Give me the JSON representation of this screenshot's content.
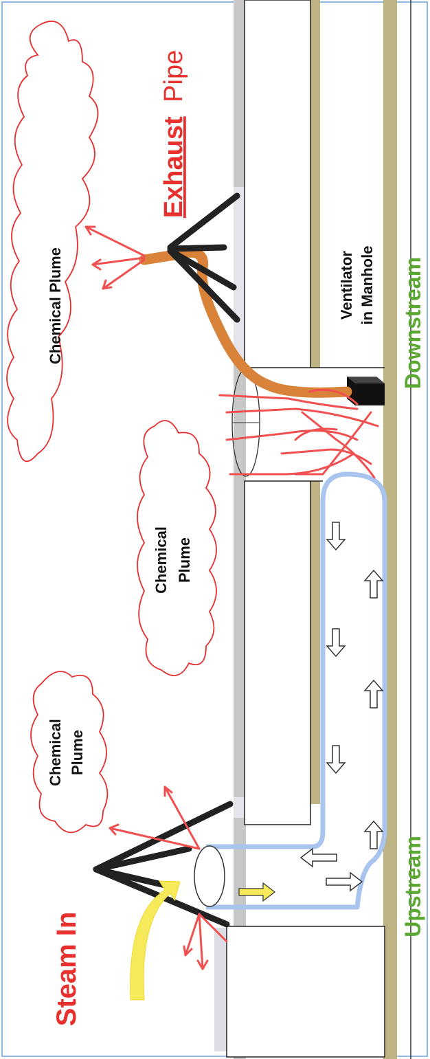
{
  "labels": {
    "steam_in": "Steam In",
    "exhaust_word": "Exhaust",
    "pipe_word": "Pipe",
    "chemical_plume_large": "Chemical Plume",
    "chemical_plume_middle_line1": "Chemical",
    "chemical_plume_middle_line2": "Plume",
    "chemical_plume_small_line1": "Chemical",
    "chemical_plume_small_line2": "Plume",
    "ventilator_line1": "Ventilator",
    "ventilator_line2": "in Manhole",
    "downstream": "Downstream",
    "upstream": "Upstream"
  },
  "colors": {
    "red_label": "#e8312e",
    "green_label": "#5aa832",
    "plume_outline": "#e63030",
    "liner": "#a9c4ee",
    "exhaust_hose": "#d9823a",
    "steam_arrow": "#f7ea5a",
    "ground": "#bdb383",
    "pavement": "#c8c8c8",
    "pipe_black": "#222222"
  }
}
